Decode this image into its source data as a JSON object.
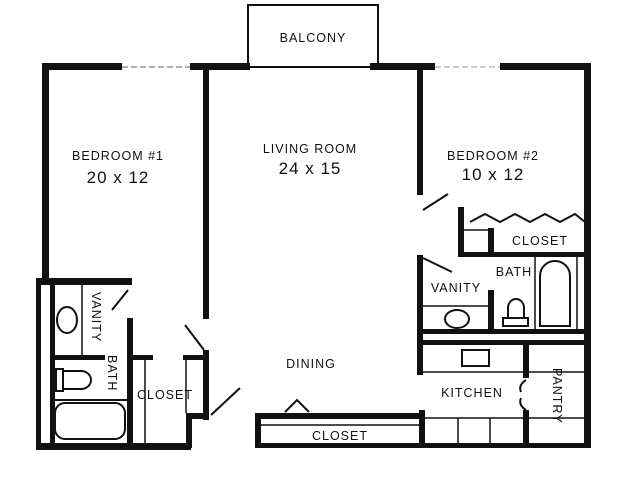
{
  "plan": {
    "balcony": "BALCONY",
    "bedroom1": {
      "name": "BEDROOM #1",
      "size": "20 x 12"
    },
    "living_room": {
      "name": "LIVING ROOM",
      "size": "24 x 15"
    },
    "bedroom2": {
      "name": "BEDROOM #2",
      "size": "10 x 12"
    },
    "bedroom2_closet": "CLOSET",
    "bath2": "BATH",
    "vanity2": "VANITY",
    "vanity1": "VANITY",
    "bath1": "BATH",
    "bedroom1_closet": "CLOSET",
    "dining": "DINING",
    "dining_closet": "CLOSET",
    "kitchen": "KITCHEN",
    "pantry": "PANTRY"
  },
  "colors": {
    "ink": "#111111",
    "paper": "#ffffff"
  }
}
